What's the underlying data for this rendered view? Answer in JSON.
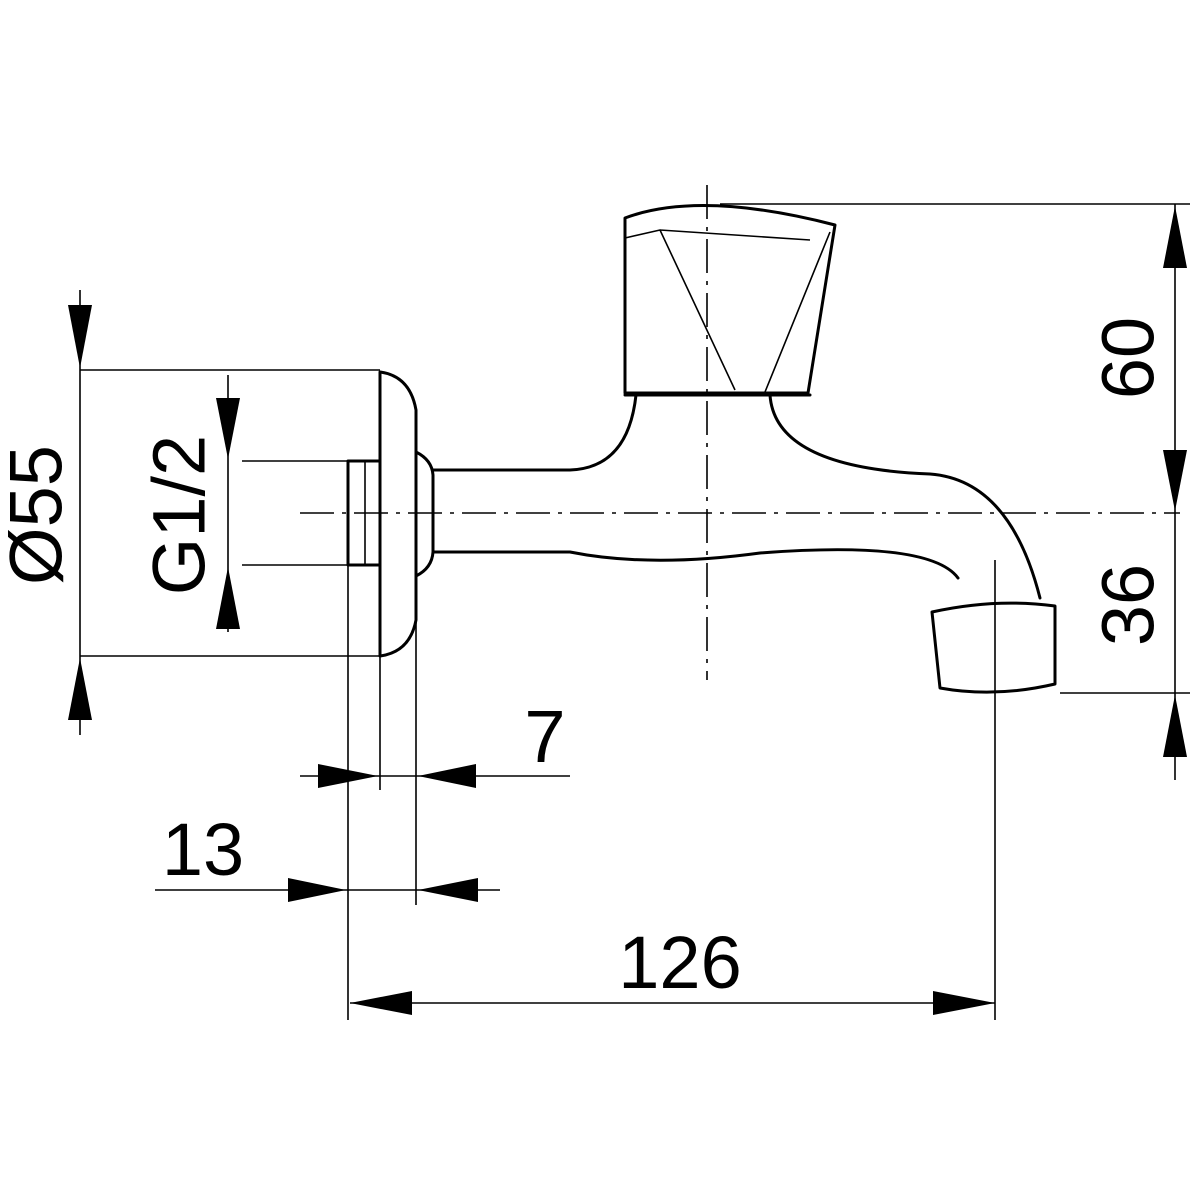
{
  "dimensions": {
    "dia55": "Ø55",
    "g12": "G1/2",
    "d60": "60",
    "d36": "36",
    "d7": "7",
    "d13": "13",
    "d126": "126"
  },
  "colors": {
    "line": "#000000",
    "background": "#ffffff"
  }
}
